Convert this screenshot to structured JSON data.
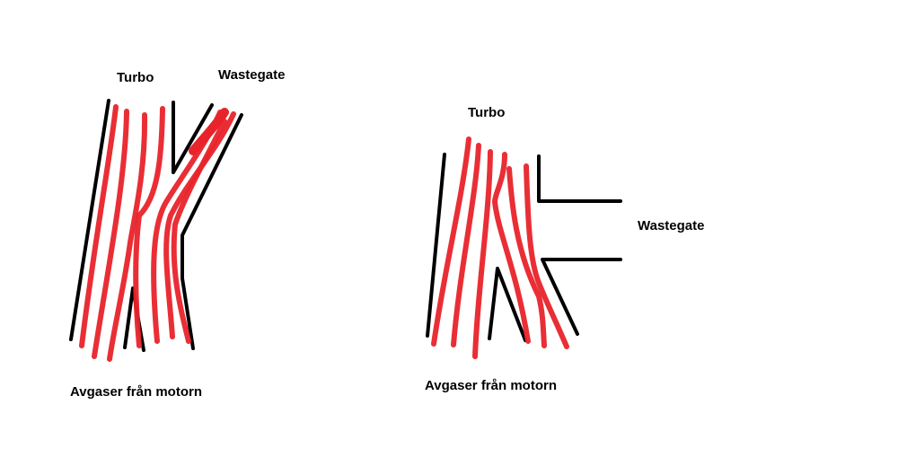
{
  "colors": {
    "background": "#ffffff",
    "wall": "#000000",
    "flow": "#e8232a"
  },
  "left_diagram": {
    "turbo_label": "Turbo",
    "wastegate_label": "Wastegate",
    "source_label": "Avgaser från motorn"
  },
  "right_diagram": {
    "turbo_label": "Turbo",
    "wastegate_label": "Wastegate",
    "source_label": "Avgaser från motorn"
  }
}
